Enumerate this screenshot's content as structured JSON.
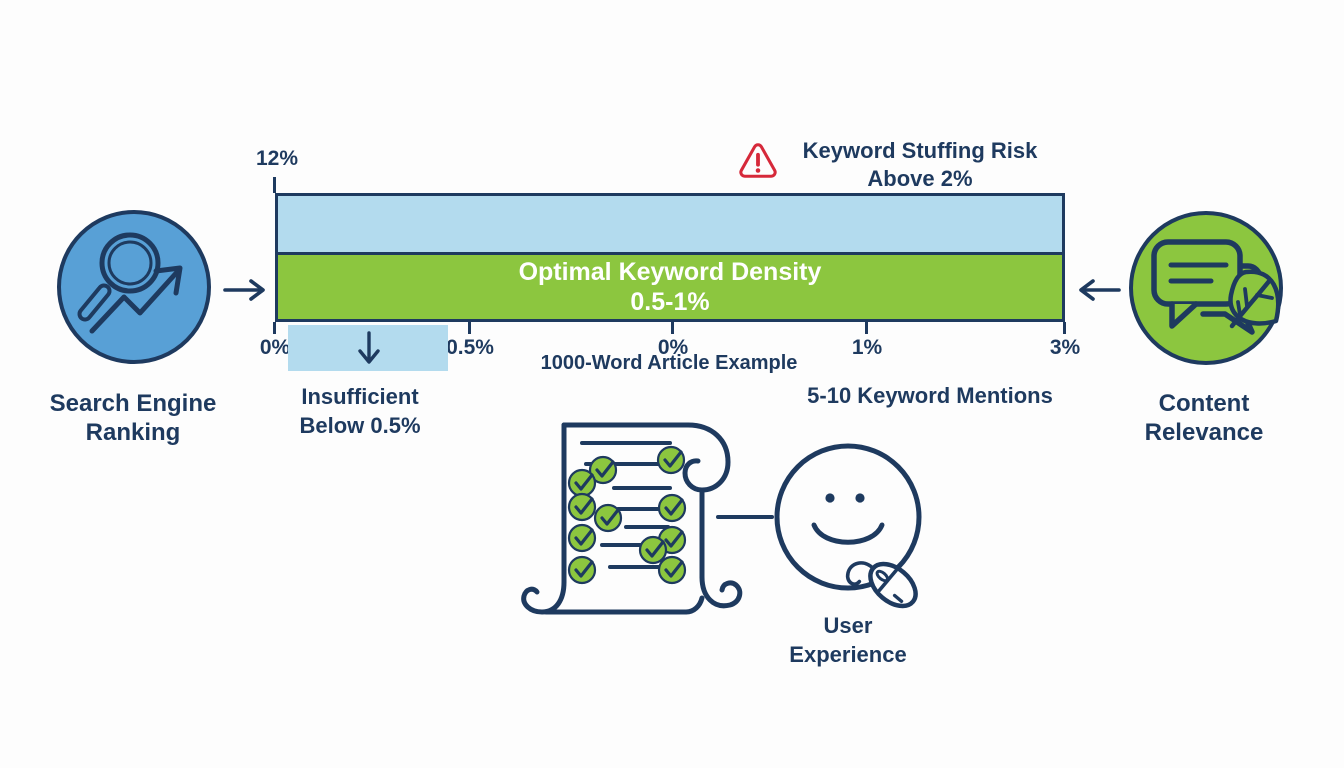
{
  "colors": {
    "background": "#fdfdfd",
    "navy": "#1e3a5f",
    "light_blue": "#b3dbee",
    "green": "#8cc63f",
    "blue_circle_fill": "#58a0d6",
    "red": "#d6293a",
    "white": "#ffffff"
  },
  "left_feature": {
    "icon": "magnifying-glass-trend-icon",
    "label_line1": "Search Engine",
    "label_line2": "Ranking"
  },
  "right_feature": {
    "icon": "speech-bubble-leaf-icon",
    "label_line1": "Content",
    "label_line2": "Relevance"
  },
  "warning": {
    "icon": "warning-triangle-icon",
    "line1": "Keyword Stuffing Risk",
    "line2": "Above 2%"
  },
  "bar": {
    "max_label": "12%",
    "optimal_line1": "Optimal Keyword Density",
    "optimal_line2": "0.5-1%"
  },
  "axis": {
    "ticks": [
      "0%",
      "0.5%",
      "0%",
      "1%",
      "3%"
    ]
  },
  "insufficient": {
    "line1": "Insufficient",
    "line2": "Below 0.5%"
  },
  "notes": {
    "article_example": "1000-Word Article Example",
    "keyword_mentions": "5-10 Keyword Mentions"
  },
  "user_experience": {
    "icon": "smiley-mouse-icon",
    "label_line1": "User",
    "label_line2": "Experience"
  },
  "chart_data": {
    "type": "bar",
    "orientation": "horizontal-stacked",
    "segments": [
      {
        "label": "",
        "color": "#b3dbee",
        "note": "upper band, risk zone toward 12%"
      },
      {
        "label": "Optimal Keyword Density 0.5-1%",
        "color": "#8cc63f"
      }
    ],
    "y_max_label": "12%",
    "x_tick_labels": [
      "0%",
      "0.5%",
      "0%",
      "1%",
      "3%"
    ],
    "annotations": [
      "Keyword Stuffing Risk Above 2%",
      "Insufficient Below 0.5%",
      "1000-Word Article Example",
      "5-10 Keyword Mentions"
    ],
    "legend_position": "none",
    "grid": false
  }
}
